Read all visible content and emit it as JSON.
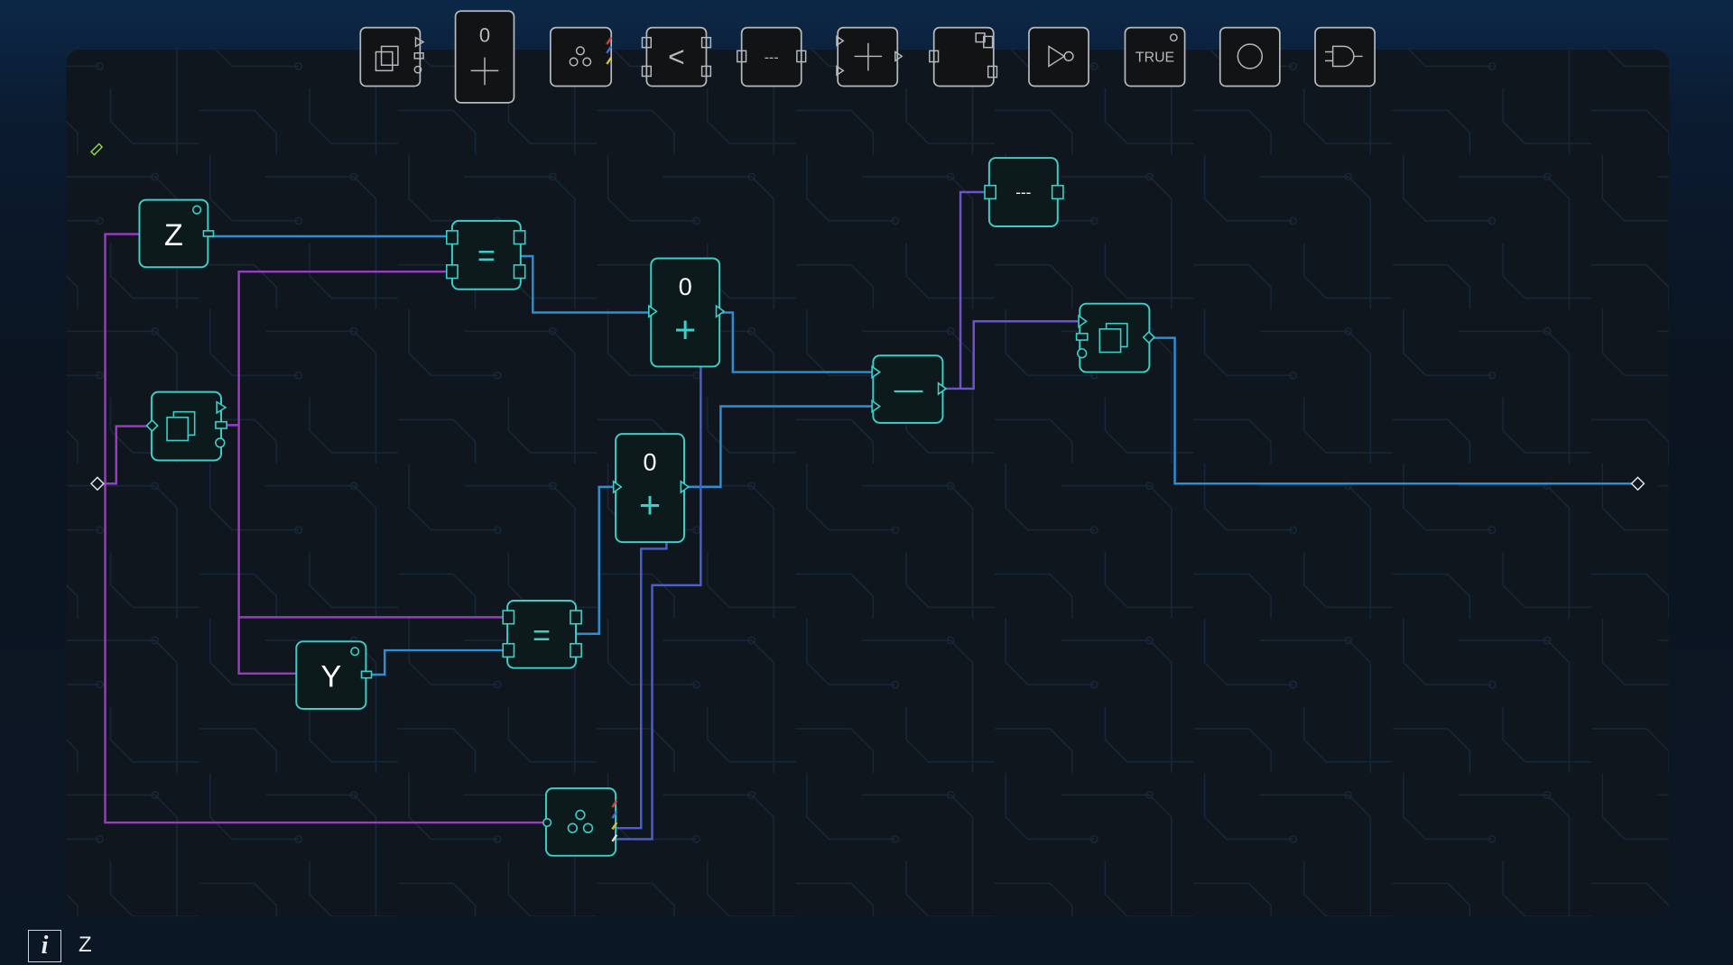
{
  "toolbar": {
    "items": [
      {
        "name": "copy-node",
        "icon": "copy-icon"
      },
      {
        "name": "counter-add-node",
        "value": "0",
        "icon": "plus-icon"
      },
      {
        "name": "splitter-node",
        "icon": "splitter-icon"
      },
      {
        "name": "less-than-node",
        "symbol": "<"
      },
      {
        "name": "bus-node",
        "symbol": "---"
      },
      {
        "name": "add-node",
        "icon": "plus-icon"
      },
      {
        "name": "memory-node",
        "icon": "memory-icon"
      },
      {
        "name": "not-gate-node",
        "icon": "not-gate-icon"
      },
      {
        "name": "true-constant-node",
        "label": "TRUE"
      },
      {
        "name": "or-node",
        "icon": "circle-icon"
      },
      {
        "name": "and-gate-node",
        "icon": "and-gate-icon"
      }
    ]
  },
  "canvas": {
    "nodes": {
      "z_input": {
        "label": "Z"
      },
      "equals_1": {
        "symbol": "="
      },
      "add_1": {
        "value": "0",
        "symbol": "+"
      },
      "copy_1": {
        "icon": "copy-icon"
      },
      "add_2": {
        "value": "0",
        "symbol": "+"
      },
      "subtract": {
        "symbol": "—"
      },
      "bus": {
        "symbol": "---"
      },
      "copy_2": {
        "icon": "copy-icon"
      },
      "equals_2": {
        "symbol": "="
      },
      "y_input": {
        "label": "Y"
      },
      "splitter": {
        "icon": "splitter-icon"
      }
    },
    "colors": {
      "node": "#3ccfca",
      "wire_purple": "#9a3cc2",
      "wire_blue": "#2b8fd6",
      "wire_violet": "#6e52cf",
      "wire_indigo": "#4a5fd6"
    }
  },
  "status": {
    "info_label": "i",
    "selected": "Z"
  }
}
